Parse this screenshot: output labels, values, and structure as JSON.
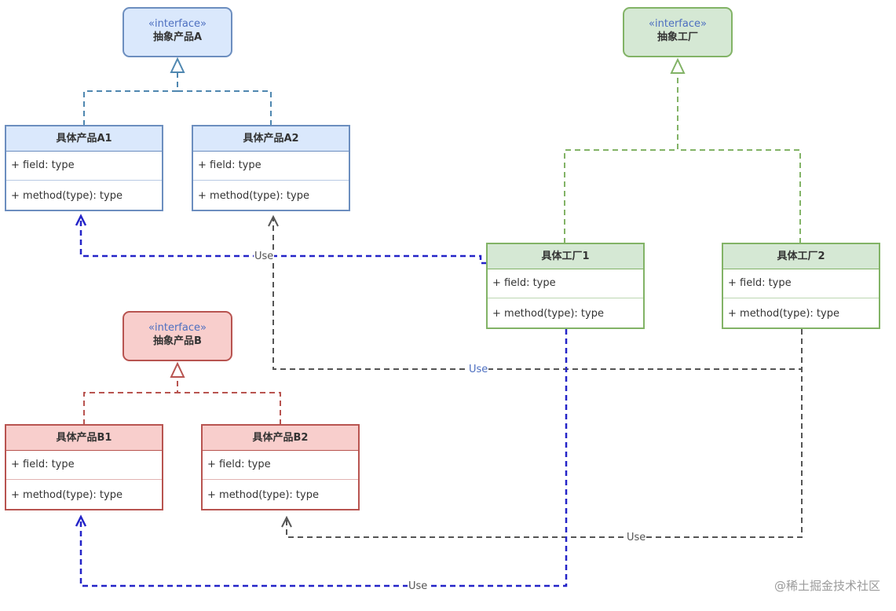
{
  "interfaces": {
    "product_a": {
      "stereotype": "«interface»",
      "name": "抽象产品A"
    },
    "factory": {
      "stereotype": "«interface»",
      "name": "抽象工厂"
    },
    "product_b": {
      "stereotype": "«interface»",
      "name": "抽象产品B"
    }
  },
  "classes": {
    "a1": {
      "name": "具体产品A1",
      "field": "+ field: type",
      "method": "+ method(type): type"
    },
    "a2": {
      "name": "具体产品A2",
      "field": "+ field: type",
      "method": "+ method(type): type"
    },
    "f1": {
      "name": "具体工厂1",
      "field": "+ field: type",
      "method": "+ method(type): type"
    },
    "f2": {
      "name": "具体工厂2",
      "field": "+ field: type",
      "method": "+ method(type): type"
    },
    "b1": {
      "name": "具体产品B1",
      "field": "+ field: type",
      "method": "+ method(type): type"
    },
    "b2": {
      "name": "具体产品B2",
      "field": "+ field: type",
      "method": "+ method(type): type"
    }
  },
  "edge_labels": {
    "f1_a1": "Use",
    "f2_a2": "Use",
    "f2_b2": "Use",
    "f1_b1": "Use"
  },
  "watermark": "@稀土掘金技术社区",
  "colors": {
    "blue_fill": "#dae8fc",
    "blue_stroke": "#6c8ebf",
    "green_fill": "#d5e8d4",
    "green_stroke": "#82b366",
    "red_fill": "#f8cecc",
    "red_stroke": "#b85450",
    "use_blue": "#2424c8",
    "use_gray": "#555555"
  }
}
